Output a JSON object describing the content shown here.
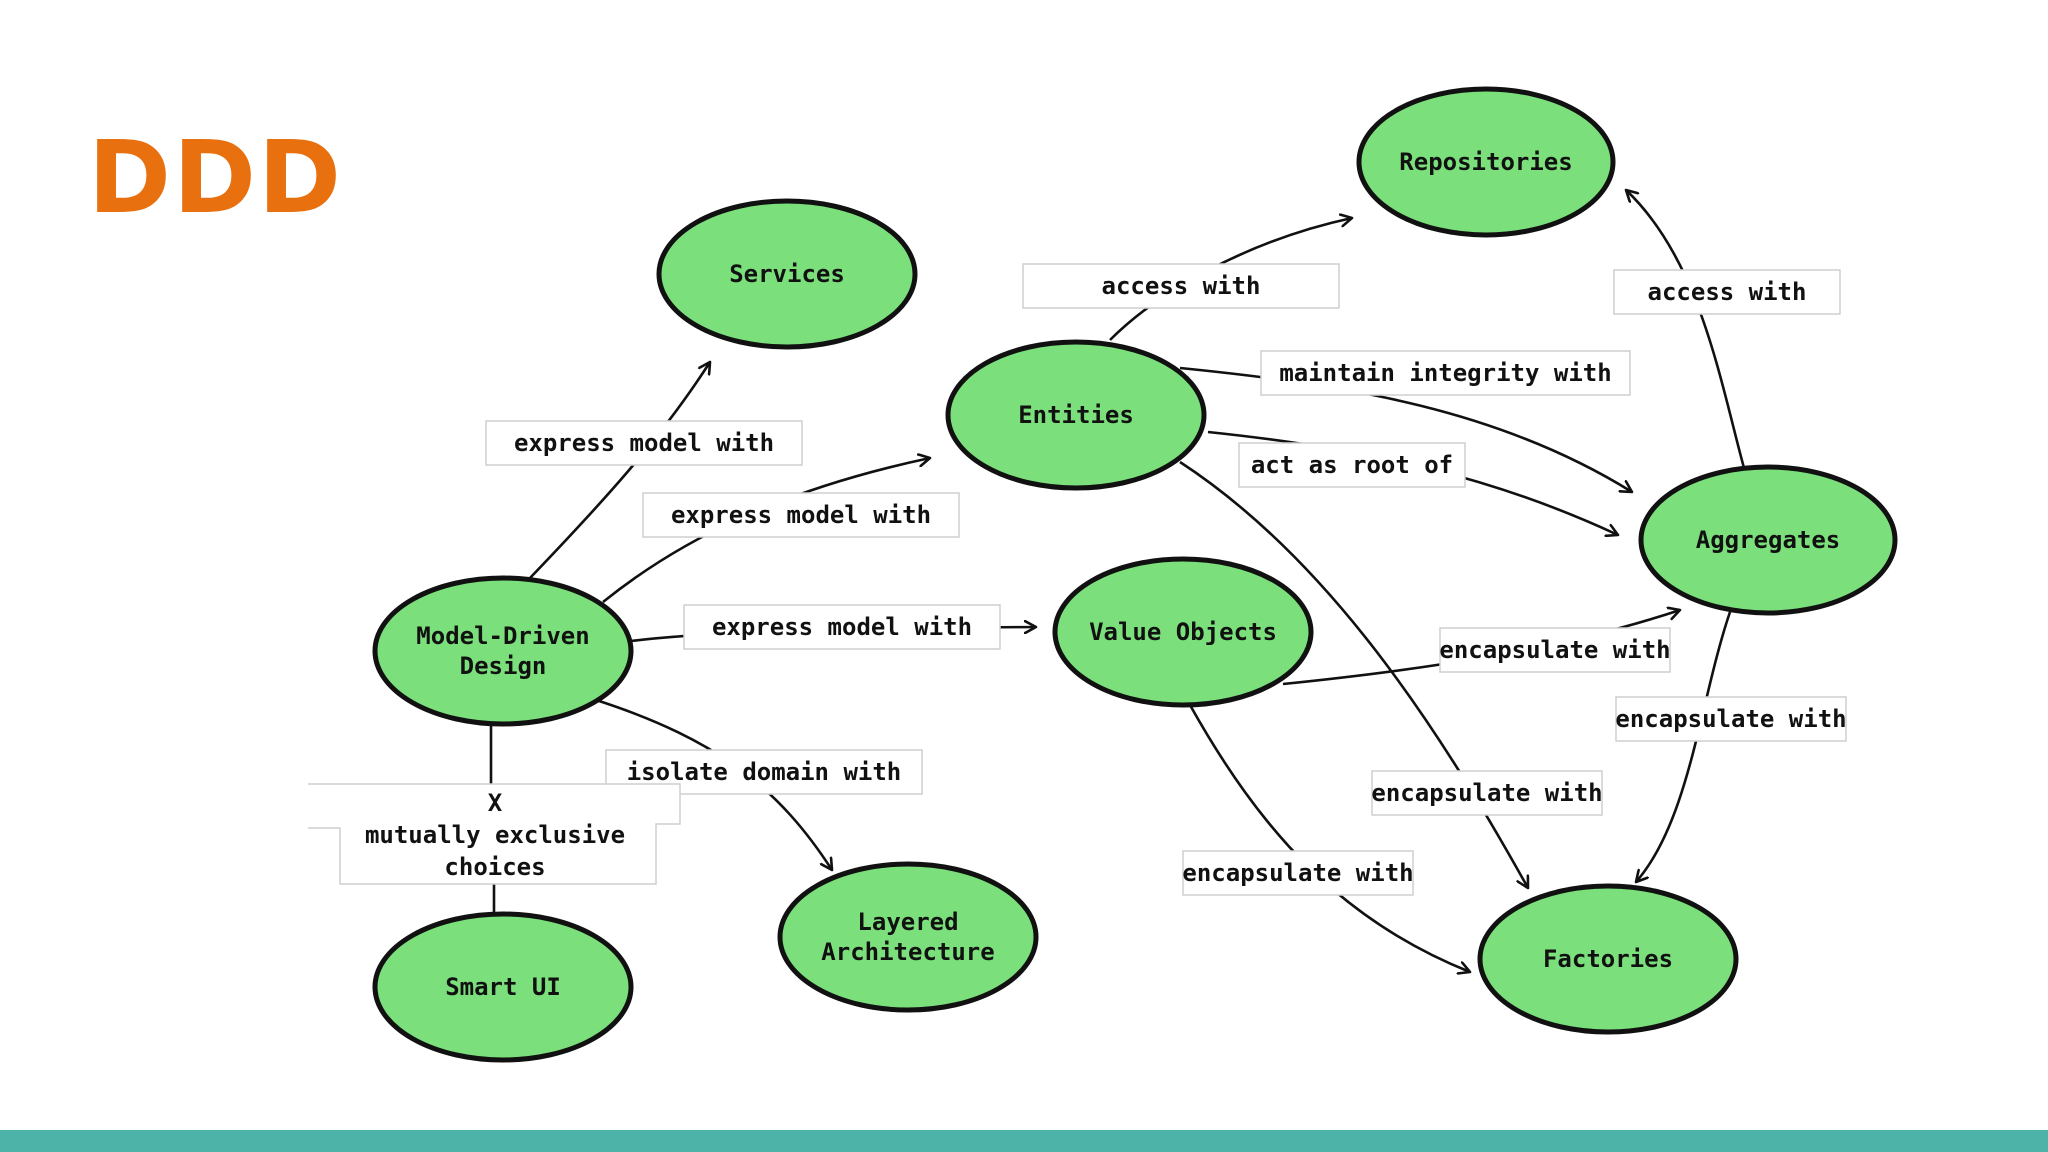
{
  "title": "DDD",
  "colors": {
    "title": "#E8700F",
    "node_fill": "#7BE07B",
    "node_stroke": "#111111",
    "edge": "#111111",
    "label_border": "#cfcfcf",
    "footer_bar": "#4DB3A8"
  },
  "nodes": {
    "repositories": [
      "Repositories"
    ],
    "services": [
      "Services"
    ],
    "entities": [
      "Entities"
    ],
    "aggregates": [
      "Aggregates"
    ],
    "model_driven_design": [
      "Model-Driven",
      "Design"
    ],
    "value_objects": [
      "Value Objects"
    ],
    "factories": [
      "Factories"
    ],
    "layered_architecture": [
      "Layered",
      "Architecture"
    ],
    "smart_ui": [
      "Smart UI"
    ]
  },
  "edges": {
    "entities_to_repositories": [
      "access with"
    ],
    "aggregates_to_repositories": [
      "access with"
    ],
    "entities_to_aggregates_integrity": [
      "maintain integrity with"
    ],
    "mdd_to_services": [
      "express model with"
    ],
    "entities_root_of_aggregates": [
      "act as root of"
    ],
    "mdd_to_entities": [
      "express model with"
    ],
    "mdd_to_value_objects": [
      "express model with"
    ],
    "value_objects_to_aggregates": [
      "encapsulate with"
    ],
    "aggregates_to_factories": [
      "encapsulate with"
    ],
    "mdd_to_layered_architecture": [
      "isolate domain with"
    ],
    "entities_to_factories": [
      "encapsulate with"
    ],
    "value_objects_to_factories": [
      "encapsulate with"
    ],
    "mdd_smart_ui_exclusive": [
      "X",
      "mutually exclusive",
      "choices"
    ]
  }
}
